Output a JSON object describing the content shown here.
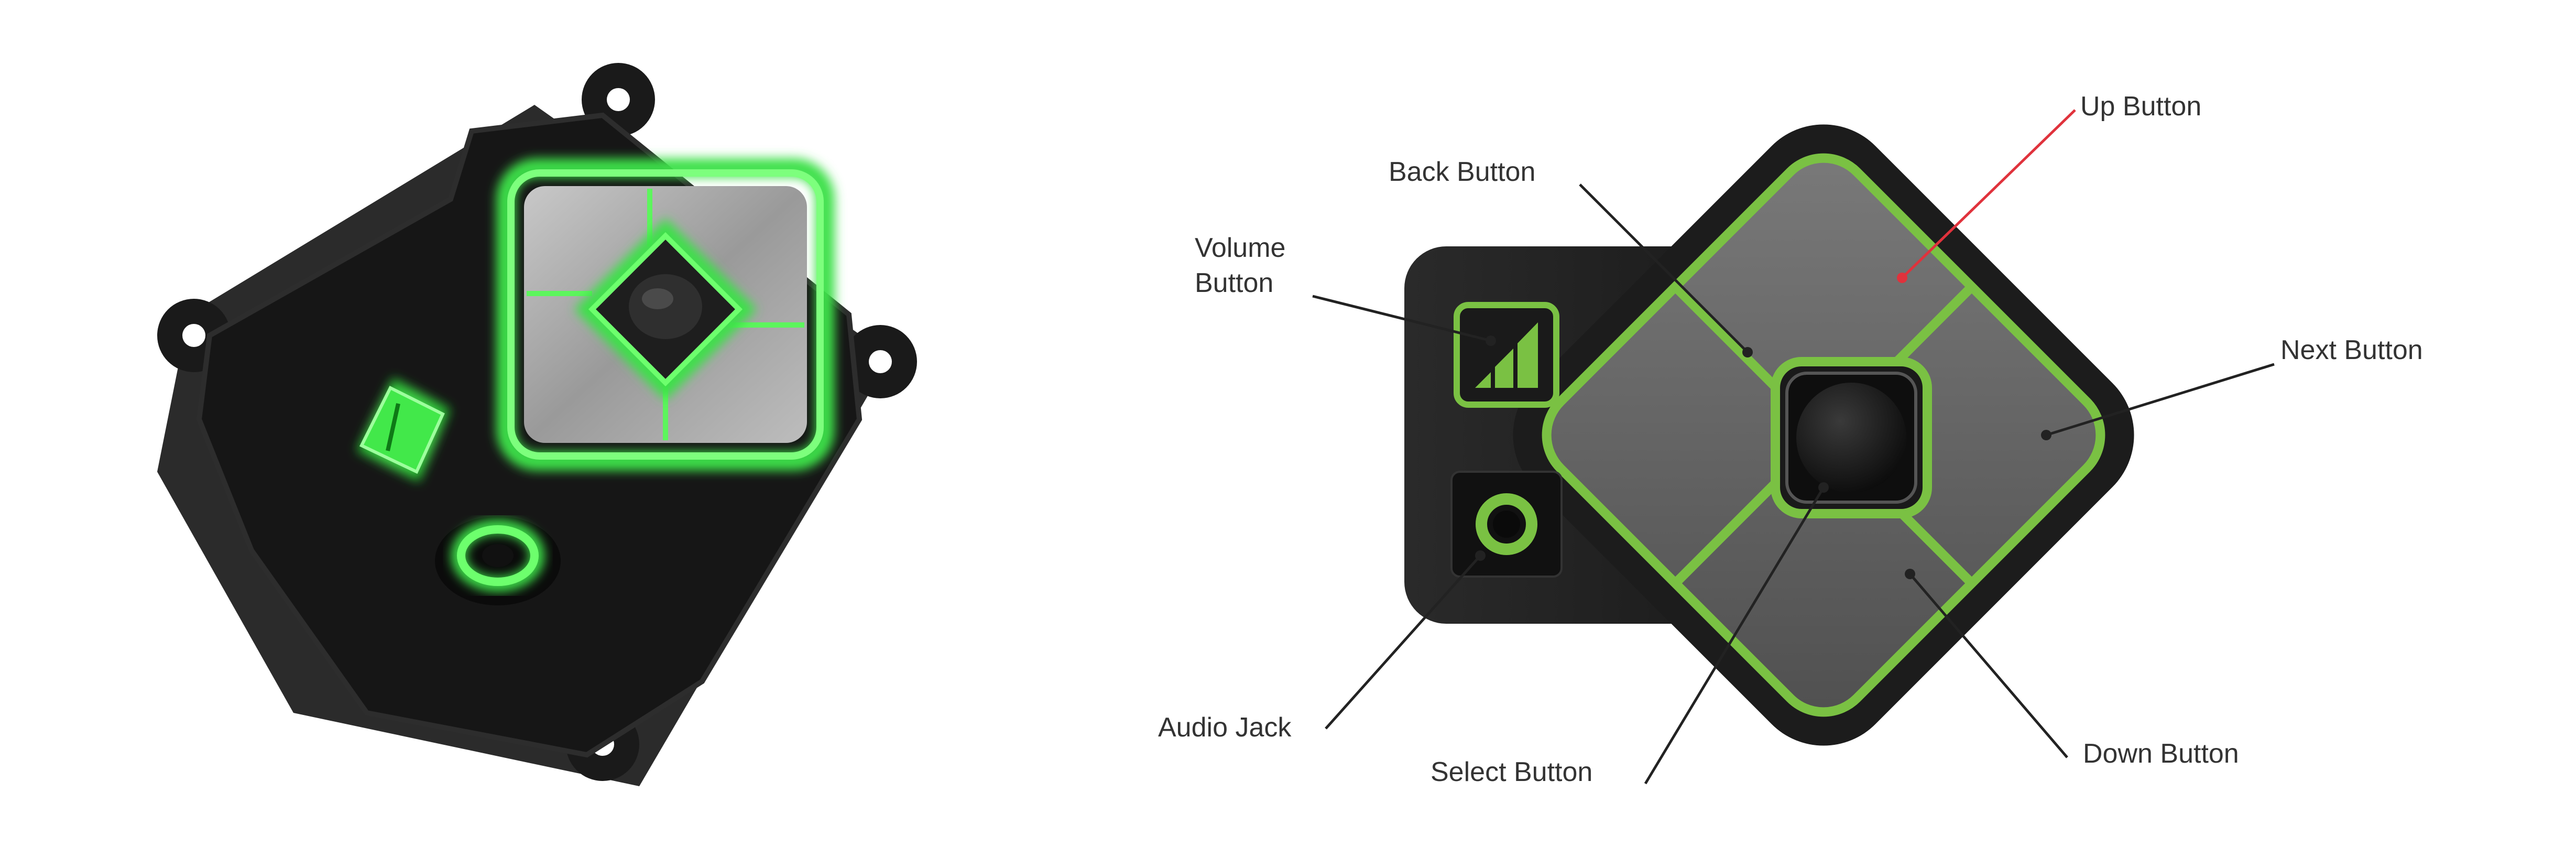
{
  "labels": {
    "up": "Up Button",
    "back": "Back Button",
    "volume_line1": "Volume",
    "volume_line2": "Button",
    "next": "Next Button",
    "audio": "Audio Jack",
    "select": "Select Button",
    "down": "Down Button"
  },
  "colors": {
    "housing": "#1f1f1f",
    "glow_green": "#3ee04a",
    "outline_green": "#7ac143",
    "button_gray": "#5f5f5f",
    "leader_black": "#222222",
    "leader_red": "#e0323c"
  },
  "icons": {
    "volume": "signal-bars-icon",
    "audio": "audio-jack-icon",
    "select": "select-button-icon"
  }
}
